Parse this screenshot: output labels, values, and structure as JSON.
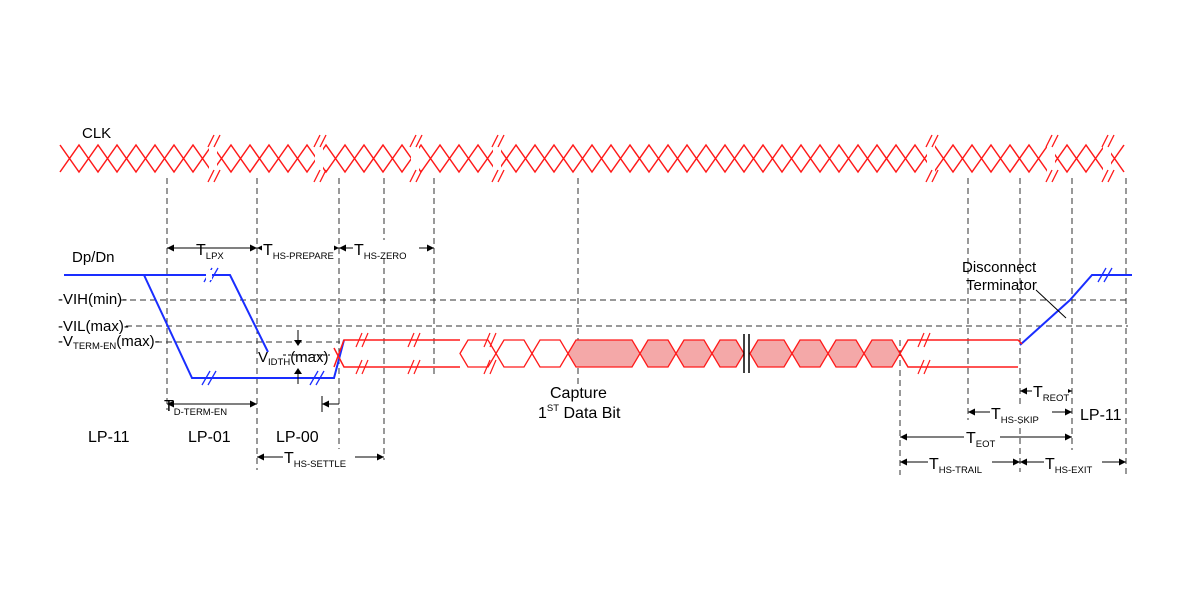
{
  "colors": {
    "clock": "#ff1a1a",
    "data_lane": "#ff1a1a",
    "data_fill": "#f4a8a8",
    "lp_signal": "#1a2eff",
    "markers": "#000000"
  },
  "labels": {
    "clk": "CLK",
    "dp_dn": "Dp/Dn",
    "vih": "VIH(min)",
    "vil": "VIL(max)",
    "vterm_main": "V",
    "vterm_sub": "TERM-EN",
    "vterm_tail": "(max)",
    "vidth_main": "V",
    "vidth_sub": "IDTH",
    "vidth_tail": "(max)",
    "capture_line1": "Capture",
    "capture_line2_pre": "1",
    "capture_line2_sup": "ST",
    "capture_line2_post": " Data Bit",
    "disconnect_line1": "Disconnect",
    "disconnect_line2": "Terminator"
  },
  "timings": {
    "t_lpx": {
      "main": "T",
      "sub": "LPX"
    },
    "t_hs_prepare": {
      "main": "T",
      "sub": "HS-PREPARE"
    },
    "t_hs_zero": {
      "main": "T",
      "sub": "HS-ZERO"
    },
    "t_d_term_en": {
      "main": "T",
      "sub": "D-TERM-EN"
    },
    "t_hs_settle": {
      "main": "T",
      "sub": "HS-SETTLE"
    },
    "t_reot": {
      "main": "T",
      "sub": "REOT"
    },
    "t_hs_skip": {
      "main": "T",
      "sub": "HS-SKIP"
    },
    "t_eot": {
      "main": "T",
      "sub": "EOT"
    },
    "t_hs_trail": {
      "main": "T",
      "sub": "HS-TRAIL"
    },
    "t_hs_exit": {
      "main": "T",
      "sub": "HS-EXIT"
    }
  },
  "states": {
    "lp11_start": "LP-11",
    "lp01": "LP-01",
    "lp00": "LP-00",
    "lp11_end": "LP-11"
  }
}
